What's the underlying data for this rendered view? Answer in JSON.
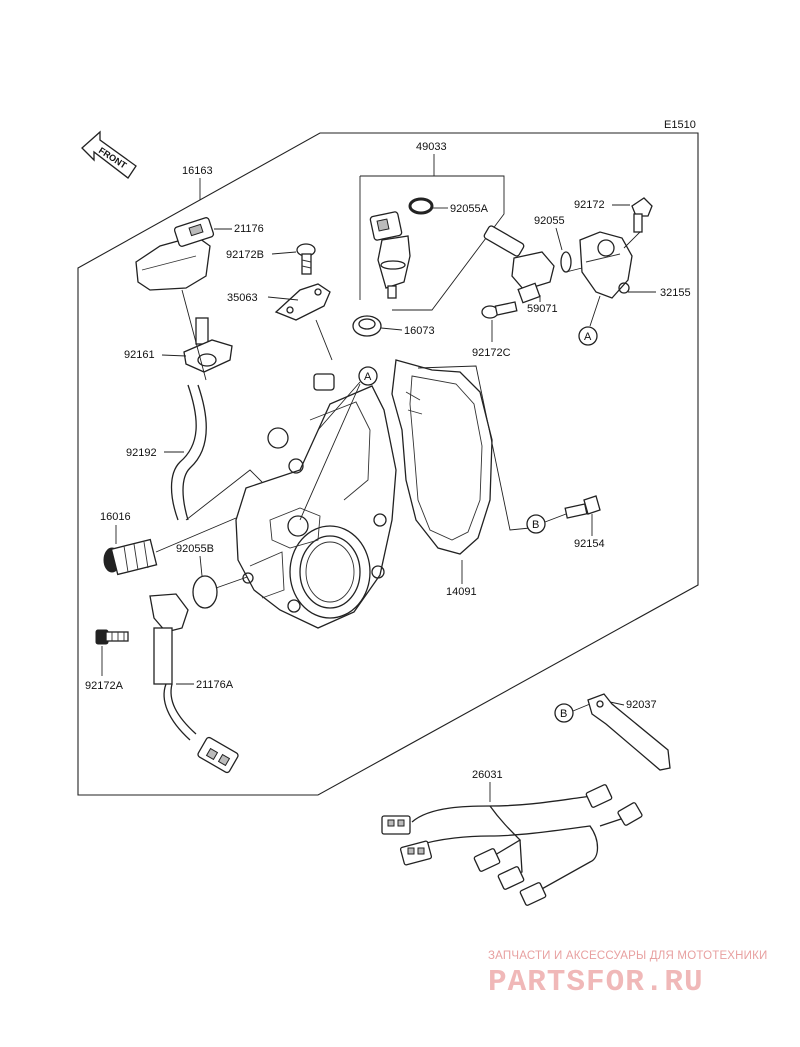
{
  "diagram": {
    "code": "E1510",
    "front_label": "FRONT",
    "callout_a": "A",
    "callout_b": "B",
    "part_numbers": {
      "p16163": "16163",
      "p21176": "21176",
      "p92172b": "92172B",
      "p35063": "35063",
      "p92161": "92161",
      "p92192": "92192",
      "p16016": "16016",
      "p92055b": "92055B",
      "p92172a": "92172A",
      "p21176a": "21176A",
      "p49033": "49033",
      "p92055a": "92055A",
      "p16073": "16073",
      "p92172": "92172",
      "p92055": "92055",
      "p32155": "32155",
      "p59071": "59071",
      "p92172c": "92172C",
      "p14091": "14091",
      "p92154": "92154",
      "p92037": "92037",
      "p26031": "26031"
    }
  },
  "watermark": {
    "tagline": "ЗАПЧАСТИ И АКСЕССУАРЫ ДЛЯ МОТОТЕХНИКИ",
    "logo": "PARTSFOR.RU"
  }
}
